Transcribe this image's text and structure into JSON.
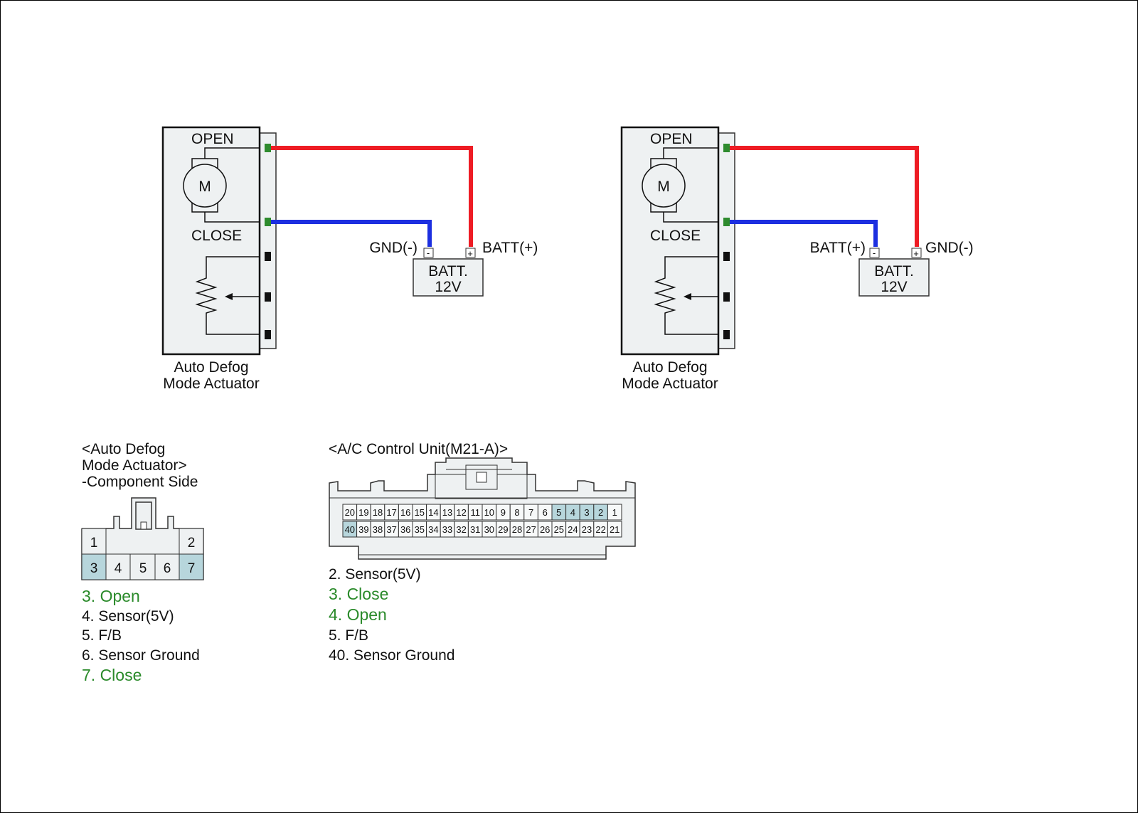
{
  "diagrams": [
    {
      "open_label": "OPEN",
      "close_label": "CLOSE",
      "motor_label": "M",
      "left_terminal": "GND(-)",
      "right_terminal": "BATT(+)",
      "neg_mark": "-",
      "pos_mark": "+",
      "battery_line1": "BATT.",
      "battery_line2": "12V",
      "caption_line1": "Auto Defog",
      "caption_line2": "Mode Actuator"
    },
    {
      "open_label": "OPEN",
      "close_label": "CLOSE",
      "motor_label": "M",
      "left_terminal": "BATT(+)",
      "right_terminal": "GND(-)",
      "neg_mark": "-",
      "pos_mark": "+",
      "battery_line1": "BATT.",
      "battery_line2": "12V",
      "caption_line1": "Auto Defog",
      "caption_line2": "Mode Actuator"
    }
  ],
  "colors": {
    "open_wire": "#ee1c24",
    "close_wire": "#1c2fe0",
    "terminal": "#2e8b2e",
    "highlight_pin": "#b7d6dc",
    "highlight_text": "#2a8a2a",
    "panel_fill": "#eef1f2"
  },
  "actuator_connector": {
    "title_line1": "<Auto Defog",
    "title_line2": "Mode Actuator>",
    "title_line3": "-Component Side",
    "top_pins": [
      "1",
      "2"
    ],
    "bottom_pins": [
      "3",
      "4",
      "5",
      "6",
      "7"
    ],
    "highlighted": [
      "3",
      "7"
    ],
    "legend": [
      {
        "text": "3. Open",
        "highlight": true
      },
      {
        "text": "4. Sensor(5V)",
        "highlight": false
      },
      {
        "text": "5. F/B",
        "highlight": false
      },
      {
        "text": "6. Sensor Ground",
        "highlight": false
      },
      {
        "text": "7. Close",
        "highlight": true
      }
    ]
  },
  "control_unit_connector": {
    "title": "<A/C Control Unit(M21-A)>",
    "top_row": [
      "20",
      "19",
      "18",
      "17",
      "16",
      "15",
      "14",
      "13",
      "12",
      "11",
      "10",
      "9",
      "8",
      "7",
      "6",
      "5",
      "4",
      "3",
      "2",
      "1"
    ],
    "bottom_row": [
      "40",
      "39",
      "38",
      "37",
      "36",
      "35",
      "34",
      "33",
      "32",
      "31",
      "30",
      "29",
      "28",
      "27",
      "26",
      "25",
      "24",
      "23",
      "22",
      "21"
    ],
    "highlighted": [
      "5",
      "4",
      "3",
      "2",
      "40"
    ],
    "legend": [
      {
        "text": "2. Sensor(5V)",
        "highlight": false
      },
      {
        "text": "3. Close",
        "highlight": true
      },
      {
        "text": "4. Open",
        "highlight": true
      },
      {
        "text": "5. F/B",
        "highlight": false
      },
      {
        "text": "40. Sensor Ground",
        "highlight": false
      }
    ]
  }
}
